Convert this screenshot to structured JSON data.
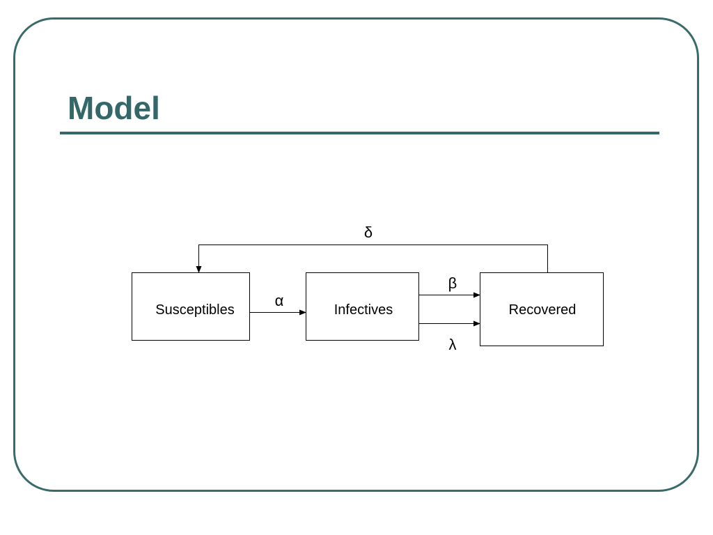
{
  "slide": {
    "title": "Model"
  },
  "diagram": {
    "nodes": {
      "susceptibles": "Susceptibles",
      "infectives": "Infectives",
      "recovered": "Recovered"
    },
    "edges": {
      "susceptibles_to_infectives": "α",
      "infectives_to_recovered_top": "β",
      "infectives_to_recovered_bottom": "λ",
      "recovered_to_susceptibles": "δ"
    }
  },
  "colors": {
    "accent": "#346868",
    "frame": "#3a6b6b"
  }
}
